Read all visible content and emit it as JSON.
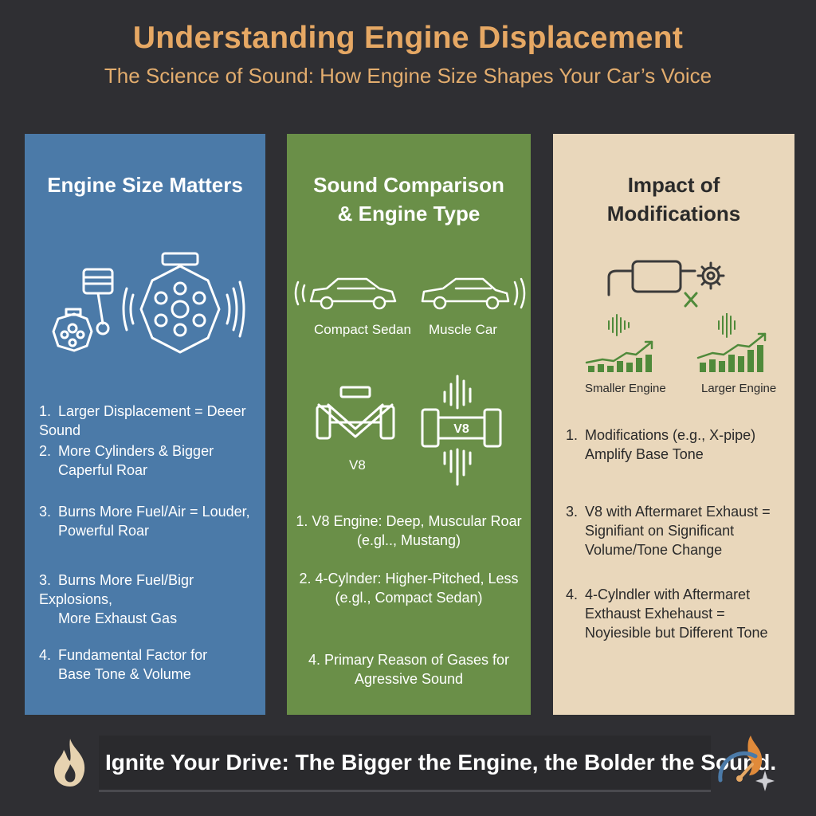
{
  "header": {
    "title": "Understanding Engine Displacement",
    "subtitle": "The Science of Sound: How Engine Size Shapes Your Car’s Voice"
  },
  "panel1": {
    "heading": "Engine Size Matters",
    "items": [
      {
        "num": "1.",
        "line1": "Larger Displacement = Deeer Sound",
        "line2": ""
      },
      {
        "num": "2.",
        "line1": "More Cylinders & Bigger",
        "line2": "Caperful Roar"
      },
      {
        "num": "3.",
        "line1": "Burns More Fuel/Air = Louder,",
        "line2": "Powerful Roar"
      },
      {
        "num": "3.",
        "line1": "Burns More Fuel/Bigr Explosions,",
        "line2": "More Exhaust Gas"
      },
      {
        "num": "4.",
        "line1": "Fundamental Factor for",
        "line2": "Base Tone & Volume"
      }
    ]
  },
  "panel2": {
    "heading_line1": "Sound Comparison",
    "heading_line2": "& Engine Type",
    "car_labels": [
      "Compact Sedan",
      "Muscle Car"
    ],
    "engine_label": "V8",
    "engine_badge": "V8",
    "items": [
      {
        "line1": "1. V8 Engine: Deep, Muscular Roar",
        "line2": "(e.gl.., Mustang)"
      },
      {
        "line1": "2. 4-Cylnder: Higher-Pitched, Less",
        "line2": "(e.gl., Compact Sedan)"
      },
      {
        "line1": "4. Primary Reason of Gases for",
        "line2": "Agressive Sound"
      }
    ]
  },
  "panel3": {
    "heading_line1": "Impact of",
    "heading_line2": "Modifications",
    "chart_labels": [
      "Smaller Engine",
      "Larger Engine"
    ],
    "items": [
      {
        "num": "1.",
        "lines": [
          "Modifications (e.g., X-pipe)",
          "Amplify Base Tone"
        ]
      },
      {
        "num": "3.",
        "lines": [
          "V8 with Aftermaret Exhaust =",
          "Signifiant on Significant",
          "Volume/Tone Change"
        ]
      },
      {
        "num": "4.",
        "lines": [
          "4-Cylndler with Aftermaret",
          "Exthaust Exhehaust =",
          "Noyiesible but Different Tone"
        ]
      }
    ]
  },
  "footer": {
    "text": "Ignite Your Drive: The Bigger the Engine, the Bolder the Sound."
  },
  "colors": {
    "background": "#2f2f33",
    "title": "#e6a864",
    "panel_blue": "#4b7aa8",
    "panel_green": "#6a8f48",
    "panel_beige": "#e9d7bb",
    "chart_green": "#4f8a3a"
  }
}
